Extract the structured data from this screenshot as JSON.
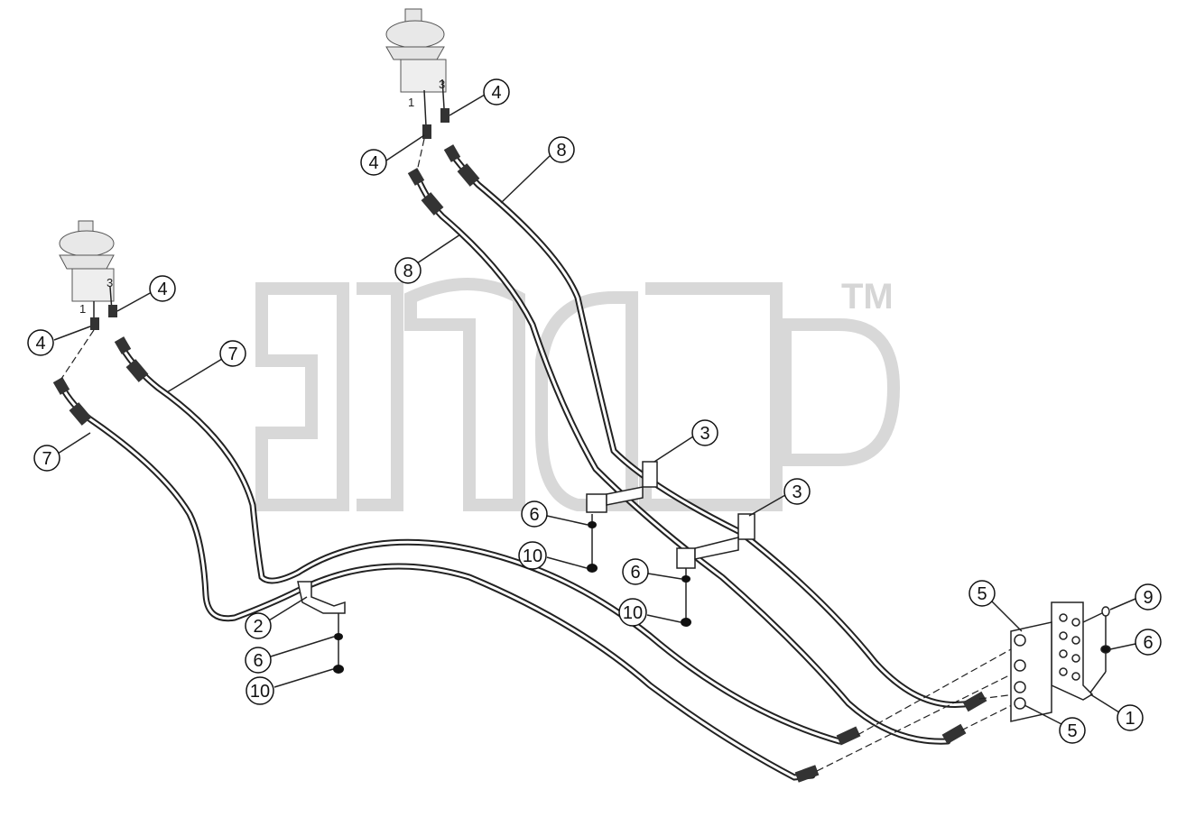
{
  "watermark": {
    "tm": "TM"
  },
  "motors": [
    {
      "port1": "1",
      "port3": "3"
    },
    {
      "port1": "1",
      "port3": "3"
    }
  ],
  "callouts": [
    {
      "id": "c-4a",
      "label": "4"
    },
    {
      "id": "c-4b",
      "label": "4"
    },
    {
      "id": "c-8a",
      "label": "8"
    },
    {
      "id": "c-8b",
      "label": "8"
    },
    {
      "id": "c-4c",
      "label": "4"
    },
    {
      "id": "c-4d",
      "label": "4"
    },
    {
      "id": "c-7a",
      "label": "7"
    },
    {
      "id": "c-7b",
      "label": "7"
    },
    {
      "id": "c-3a",
      "label": "3"
    },
    {
      "id": "c-3b",
      "label": "3"
    },
    {
      "id": "c-6a",
      "label": "6"
    },
    {
      "id": "c-10a",
      "label": "10"
    },
    {
      "id": "c-6b",
      "label": "6"
    },
    {
      "id": "c-10b",
      "label": "10"
    },
    {
      "id": "c-2",
      "label": "2"
    },
    {
      "id": "c-6c",
      "label": "6"
    },
    {
      "id": "c-10c",
      "label": "10"
    },
    {
      "id": "c-5a",
      "label": "5"
    },
    {
      "id": "c-9",
      "label": "9"
    },
    {
      "id": "c-6d",
      "label": "6"
    },
    {
      "id": "c-5b",
      "label": "5"
    },
    {
      "id": "c-1",
      "label": "1"
    }
  ]
}
